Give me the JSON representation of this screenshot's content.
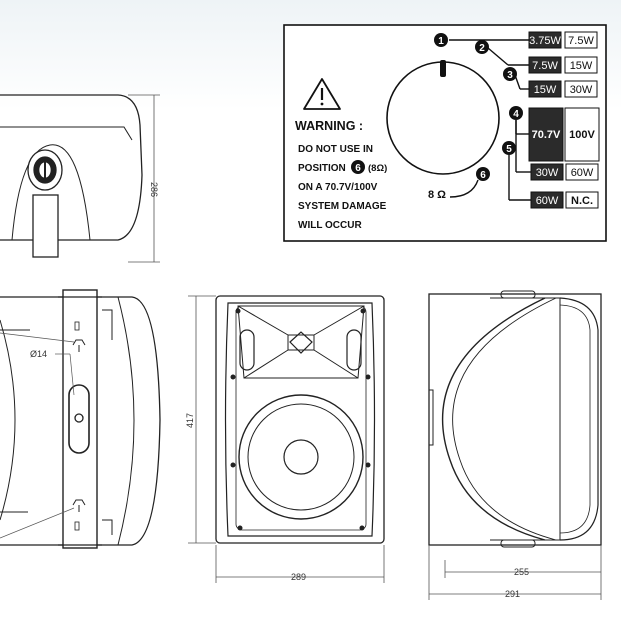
{
  "dimensions": {
    "height_top": "286",
    "diameter": "Ø14",
    "height_front": "417",
    "width_front": "289",
    "depth_inner": "255",
    "depth_outer": "291"
  },
  "warning": {
    "title": "WARNING :",
    "lines": [
      "DO NOT USE IN",
      "POSITION",
      "(8Ω)",
      "ON A 70.7V/100V",
      "SYSTEM DAMAGE",
      "WILL OCCUR"
    ],
    "eight_ohm": "8 Ω"
  },
  "taps": [
    {
      "num": "1",
      "low": "3.75W",
      "high": "7.5W"
    },
    {
      "num": "2",
      "low": "7.5W",
      "high": "15W"
    },
    {
      "num": "3",
      "low": "15W",
      "high": "30W"
    },
    {
      "num": "4",
      "low": "70.7V",
      "high": "100V"
    },
    {
      "num": "5",
      "low": "30W",
      "high": "60W"
    },
    {
      "num": "6",
      "low": "60W",
      "high": "N.C."
    }
  ]
}
